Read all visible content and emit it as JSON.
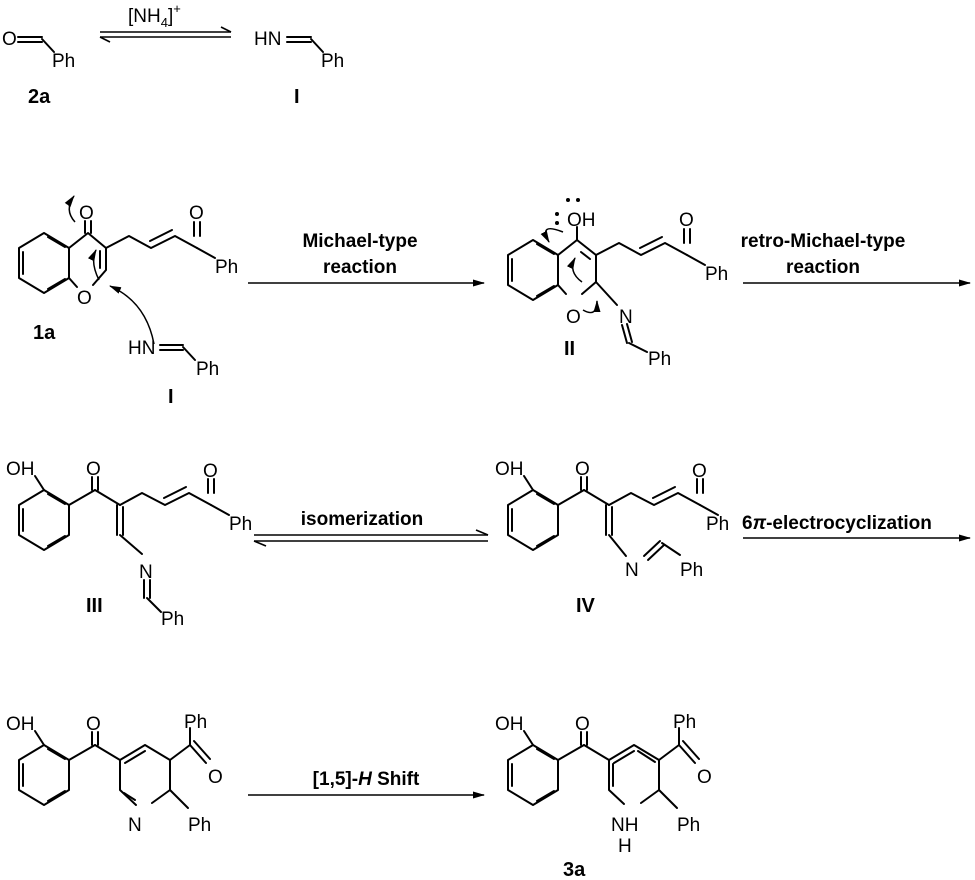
{
  "atoms": {
    "O": "O",
    "OH": "OH",
    "HN": "HN",
    "N": "N",
    "NH": "NH",
    "H": "H",
    "Ph": "Ph"
  },
  "equilibrium_1": {
    "reagent_base": "[NH",
    "reagent_sub": "4",
    "reagent_close": "]",
    "reagent_sup": "+"
  },
  "compound_labels": {
    "c2a": "2a",
    "cI_top": "I",
    "c1a": "1a",
    "cI_row2": "I",
    "cII": "II",
    "cIII": "III",
    "cIV": "IV",
    "c3a": "3a"
  },
  "arrows": {
    "michael_line1": "Michael-type",
    "michael_line2": "reaction",
    "retro_line1": "retro-Michael-type",
    "retro_line2": "reaction",
    "isomerization": "isomerization",
    "electro_prefix": "6",
    "electro_pi": "π",
    "electro_suffix": "-electrocyclization",
    "shift_prefix": "[1,5]-",
    "shift_h": "H",
    "shift_suffix": " Shift"
  }
}
